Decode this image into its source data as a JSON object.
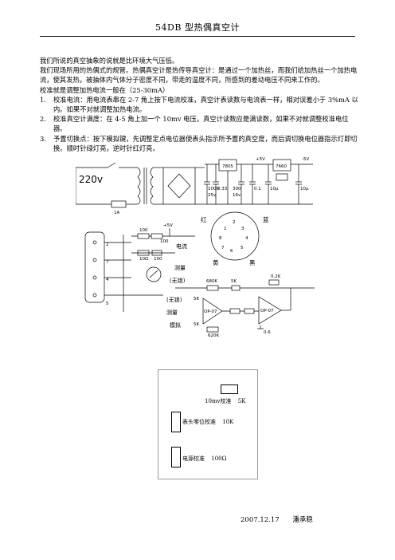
{
  "header": {
    "title": "54DB 型热偶真空计"
  },
  "paragraphs": [
    "我们所说的真空抽象的说就是比环境大气压低。",
    "我们现场所用的热偶式的规管。热偶真空计是热传导真空计：是通过一个加热丝，而我们给加热丝一个加热电流，使其发热，被抽体内气体分子密度不同，带走的温度不同，所感到的差动电压不同来工作的。",
    "校准就是调整加热电流一般在（25-30mA）"
  ],
  "steps": [
    {
      "num": "1.",
      "text": "校准电流：用电流表串在 2-7 角上按下电流校准，真空计表读数与电流表一样，相对误差小于 3%mA 以内。如果不对就调整加热电流。"
    },
    {
      "num": "2.",
      "text": "校准真空计满度：在 4-5 角上加一个 10mv 电压，真空计读数应是满读数，如果不对就调整校准电位器。"
    },
    {
      "num": "3.",
      "text": "予置切换点：按下模拟键，先调整定点电位器使表头指示所予置的真空度，而后调切换电位器指示灯即切换。顺时针绿灯亮，逆时针红灯亮。"
    }
  ],
  "schematic": {
    "mains_label": "220v",
    "fuse_label": "1A",
    "reg_7805": "7805",
    "reg_7660": "7660",
    "plus5v": "+5V",
    "minus5v": "-5V",
    "cap_1000": "1000",
    "cap_1000_v": "25v",
    "cap_033": "0.33",
    "cap_300": "300",
    "cap_300_v": "16v",
    "cap_01": "0.1",
    "cap_10a": "10μ",
    "cap_10b": "10μ",
    "socket_pins": [
      "2",
      "7",
      "4",
      "5"
    ],
    "res_100a": "100",
    "res_100b": "100",
    "res_10": "10Ω",
    "res_100c": "100",
    "res_680k": "680K",
    "res_5k_a": "5K",
    "res_02k": "0.2K",
    "res_5k_b": "5K",
    "res_5k_c": "5K",
    "res_620k": "620K",
    "cap_06": "0.6",
    "opamp_1": "OP-07",
    "opamp_2": "OP-07",
    "sw_current": "电流",
    "sw_measure1": "测量",
    "sw_none1": "(无锁)",
    "sw_none2": "(无锁)",
    "sw_measure2": "测量",
    "sw_sim": "模拟",
    "tube_pins": [
      "1",
      "2",
      "3",
      "4",
      "5",
      "6",
      "7",
      "8"
    ],
    "tube_red": "红",
    "tube_blue": "蓝",
    "tube_yellow": "黄",
    "tube_black": "黑"
  },
  "panel": {
    "item1": "10mv校准",
    "item1_val": "5K",
    "item2": "表头零位校准",
    "item2_val": "10K",
    "item3": "电源校准",
    "item3_val": "100Ω"
  },
  "footer": {
    "date": "2007.12.17",
    "author": "潘承稳"
  }
}
